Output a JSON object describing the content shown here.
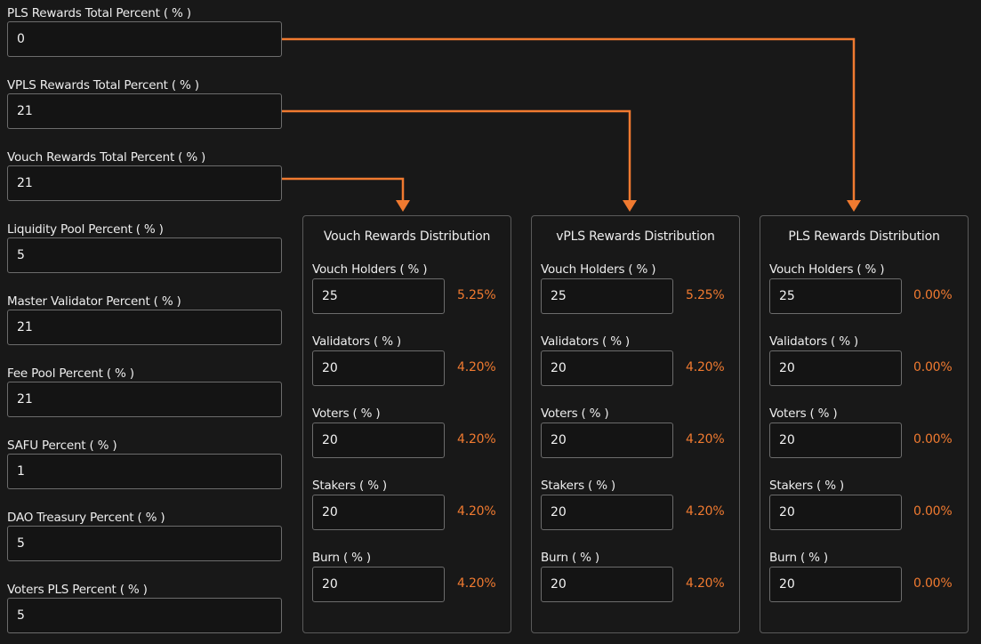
{
  "left_fields": [
    {
      "label": "PLS Rewards Total Percent ( % )",
      "value": "0"
    },
    {
      "label": "VPLS Rewards Total Percent ( % )",
      "value": "21"
    },
    {
      "label": "Vouch Rewards Total Percent ( % )",
      "value": "21"
    },
    {
      "label": "Liquidity Pool Percent ( % )",
      "value": "5"
    },
    {
      "label": "Master Validator Percent ( % )",
      "value": "21"
    },
    {
      "label": "Fee Pool Percent ( % )",
      "value": "21"
    },
    {
      "label": "SAFU Percent ( % )",
      "value": "1"
    },
    {
      "label": "DAO Treasury Percent ( % )",
      "value": "5"
    },
    {
      "label": "Voters PLS Percent ( % )",
      "value": "5"
    }
  ],
  "panels": [
    {
      "title": "Vouch Rewards Distribution",
      "rows": [
        {
          "label": "Vouch Holders ( % )",
          "value": "25",
          "computed": "5.25%"
        },
        {
          "label": "Validators ( % )",
          "value": "20",
          "computed": "4.20%"
        },
        {
          "label": "Voters ( % )",
          "value": "20",
          "computed": "4.20%"
        },
        {
          "label": "Stakers ( % )",
          "value": "20",
          "computed": "4.20%"
        },
        {
          "label": "Burn ( % )",
          "value": "20",
          "computed": "4.20%"
        }
      ]
    },
    {
      "title": "vPLS Rewards Distribution",
      "rows": [
        {
          "label": "Vouch Holders ( % )",
          "value": "25",
          "computed": "5.25%"
        },
        {
          "label": "Validators ( % )",
          "value": "20",
          "computed": "4.20%"
        },
        {
          "label": "Voters ( % )",
          "value": "20",
          "computed": "4.20%"
        },
        {
          "label": "Stakers ( % )",
          "value": "20",
          "computed": "4.20%"
        },
        {
          "label": "Burn ( % )",
          "value": "20",
          "computed": "4.20%"
        }
      ]
    },
    {
      "title": "PLS Rewards Distribution",
      "rows": [
        {
          "label": "Vouch Holders ( % )",
          "value": "25",
          "computed": "0.00%"
        },
        {
          "label": "Validators ( % )",
          "value": "20",
          "computed": "0.00%"
        },
        {
          "label": "Voters ( % )",
          "value": "20",
          "computed": "0.00%"
        },
        {
          "label": "Stakers ( % )",
          "value": "20",
          "computed": "0.00%"
        },
        {
          "label": "Burn ( % )",
          "value": "20",
          "computed": "0.00%"
        }
      ]
    }
  ],
  "colors": {
    "background": "#181818",
    "accent": "#f07a30",
    "input_border": "#6c6c6c",
    "panel_border": "#5a5a5a",
    "text": "#ededed"
  }
}
